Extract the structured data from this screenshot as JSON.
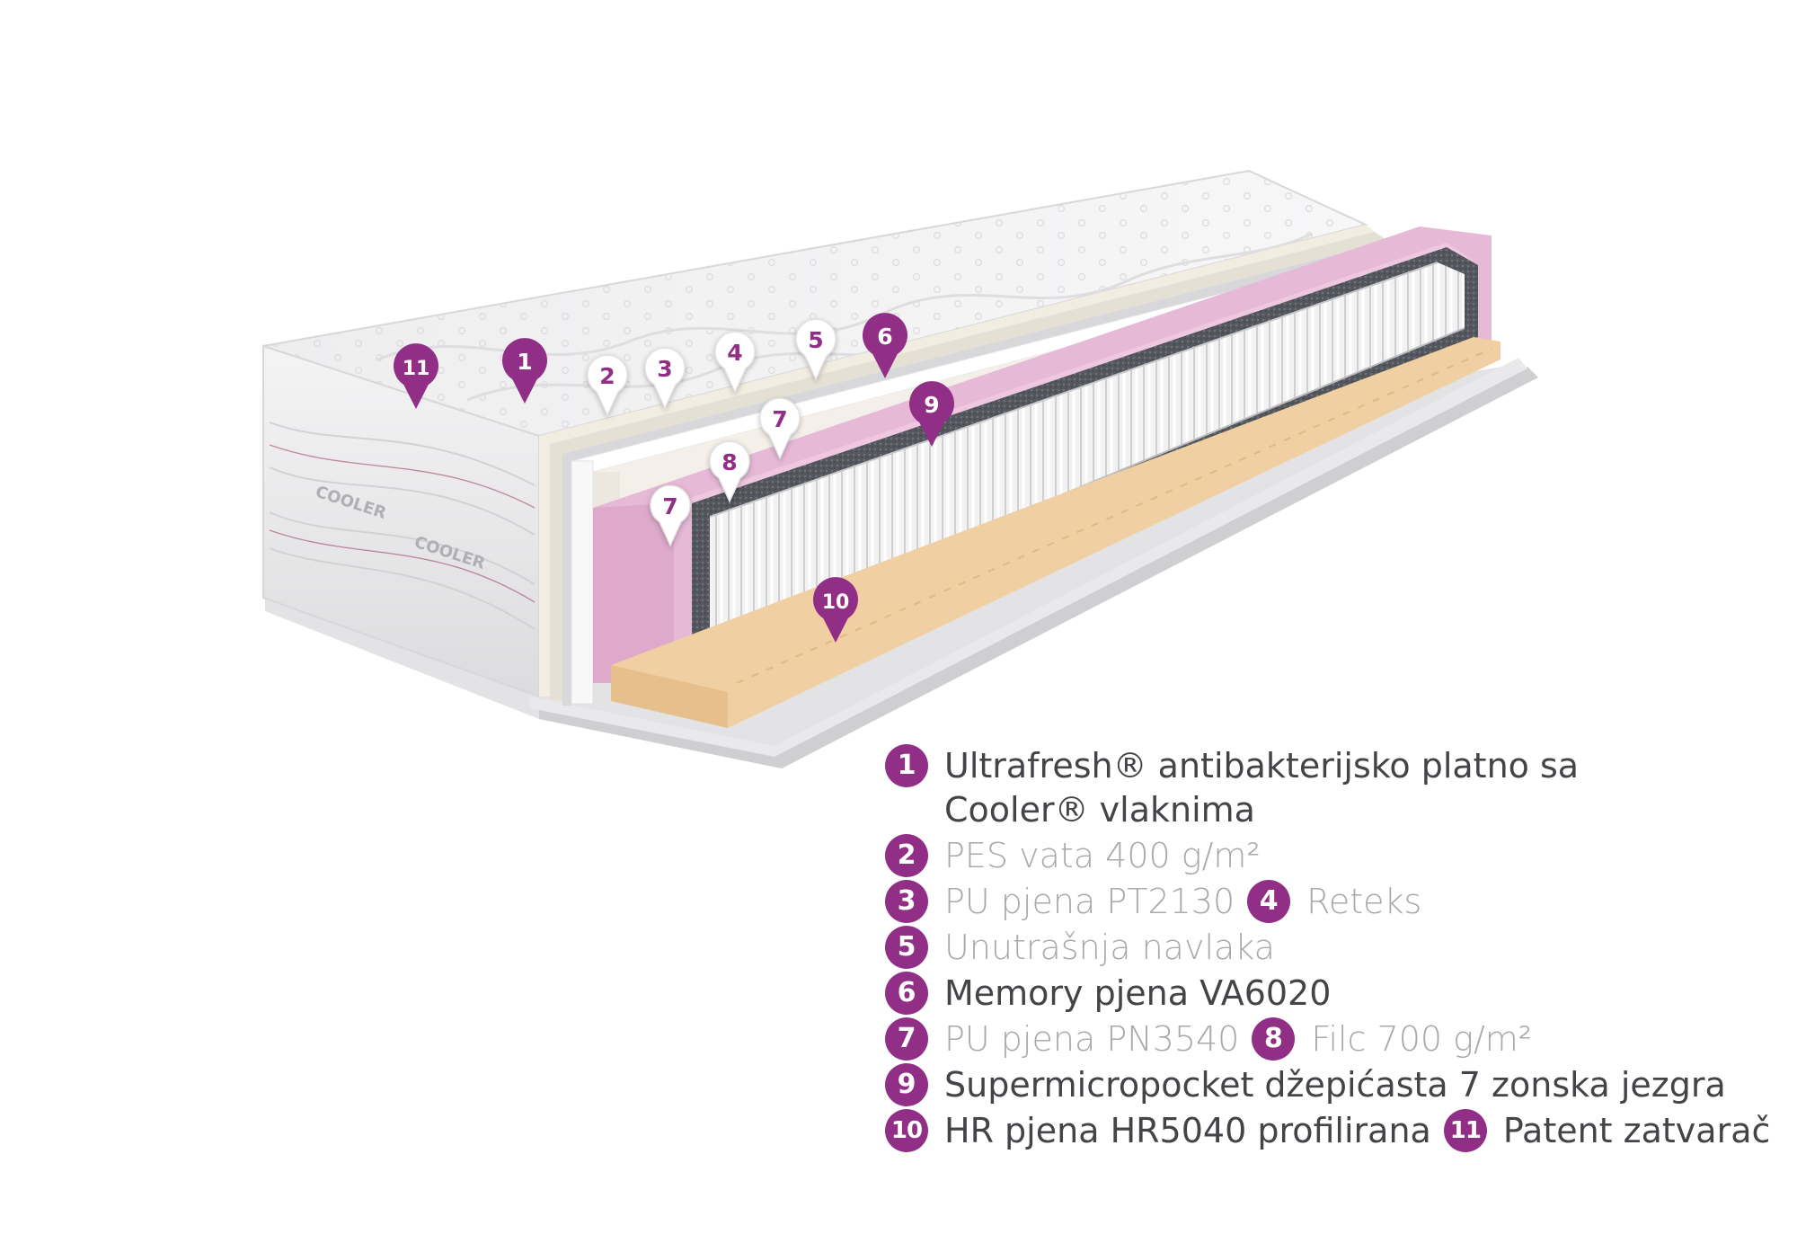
{
  "colors": {
    "accent": "#912f86",
    "dark_text": "#444448",
    "light_text": "#a9a9ad",
    "pink_foam": "#e6b9d6",
    "tan_foam": "#f0cfa2",
    "white_marker": "#ffffff"
  },
  "cover_logo_text": "COOLER",
  "markers": [
    {
      "n": "11",
      "style": "purple"
    },
    {
      "n": "1",
      "style": "purple"
    },
    {
      "n": "2",
      "style": "white"
    },
    {
      "n": "3",
      "style": "white"
    },
    {
      "n": "4",
      "style": "white"
    },
    {
      "n": "5",
      "style": "white"
    },
    {
      "n": "6",
      "style": "purple"
    },
    {
      "n": "7",
      "style": "white"
    },
    {
      "n": "9",
      "style": "purple"
    },
    {
      "n": "8",
      "style": "white"
    },
    {
      "n": "7",
      "style": "white"
    },
    {
      "n": "10",
      "style": "purple"
    }
  ],
  "legend": {
    "row1": {
      "n": "1",
      "text": "Ultrafresh® antibakterijsko platno sa"
    },
    "row1b": {
      "text": "Cooler® vlaknima"
    },
    "row2": {
      "n": "2",
      "text": "PES vata 400 g/m²"
    },
    "row3": {
      "n": "3",
      "text": "PU pjena PT2130",
      "n2": "4",
      "text2": "Reteks"
    },
    "row5": {
      "n": "5",
      "text": "Unutrašnja navlaka"
    },
    "row6": {
      "n": "6",
      "text": "Memory pjena VA6020"
    },
    "row7": {
      "n": "7",
      "text": "PU pjena PN3540",
      "n2": "8",
      "text2": "Filc 700 g/m²"
    },
    "row9": {
      "n": "9",
      "text": "Supermicropocket džepićasta 7 zonska jezgra"
    },
    "row10": {
      "n": "10",
      "text": "HR pjena HR5040 profilirana",
      "n2": "11",
      "text2": "Patent zatvarač"
    }
  }
}
